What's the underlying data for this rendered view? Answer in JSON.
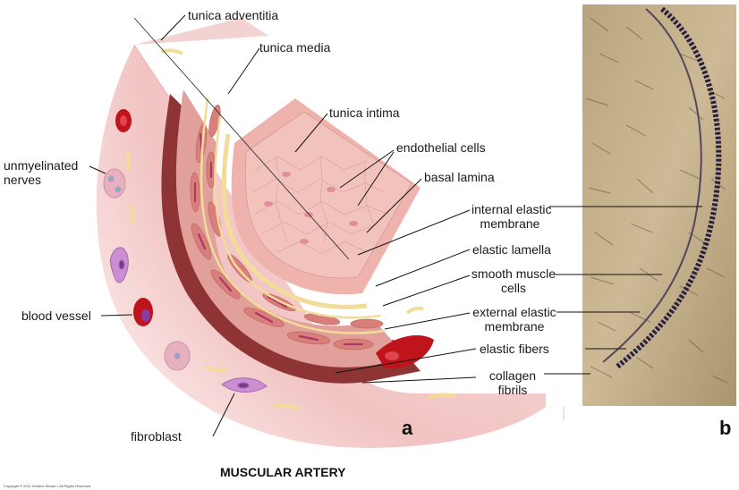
{
  "title": "MUSCULAR ARTERY",
  "copyright": "Copyright © 2011 Wolters Kluwer • All Rights Reserved",
  "panels": {
    "a": "a",
    "b": "b"
  },
  "labels": {
    "tunica_adventitia": "tunica adventitia",
    "tunica_media": "tunica  media",
    "tunica_intima": "tunica  intima",
    "endothelial_cells": "endothelial cells",
    "basal_lamina": "basal lamina",
    "internal_elastic_1": "internal elastic",
    "internal_elastic_2": "membrane",
    "elastic_lamella": "elastic lamella",
    "smooth_muscle_1": "smooth muscle",
    "smooth_muscle_2": "cells",
    "external_elastic_1": "external elastic",
    "external_elastic_2": "membrane",
    "elastic_fibers": "elastic fibers",
    "collagen_1": "collagen",
    "collagen_2": "fibrils",
    "unmyelinated_1": "unmyelinated",
    "unmyelinated_2": "nerves",
    "blood_vessel": "blood vessel",
    "fibroblast": "fibroblast"
  },
  "colors": {
    "adventitia": "#f3c9c8",
    "media": "#d98a86",
    "muscle_nucleus": "#a83a64",
    "elastic": "#f2dc9a",
    "intima": "#e9a7a0",
    "rbc": "#c0141c",
    "micrograph_bg": "#c9b48f",
    "elastic_stain": "#2a2040"
  }
}
